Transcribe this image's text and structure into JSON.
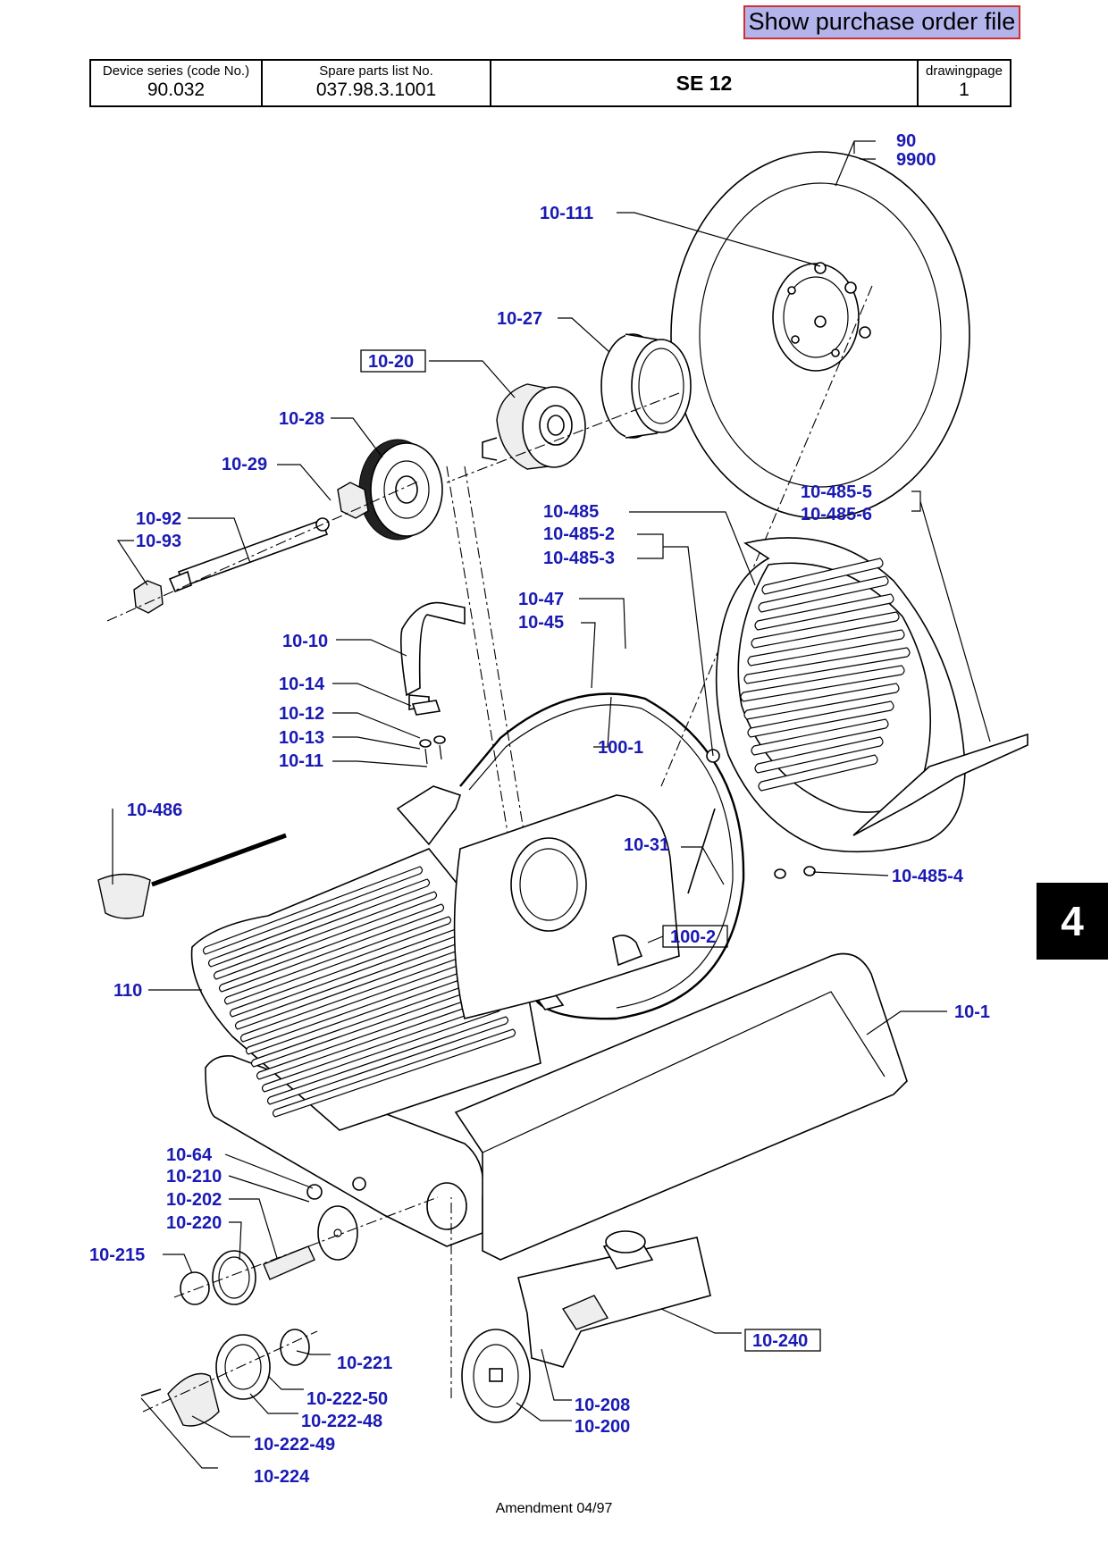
{
  "purchase_order_button": "Show purchase order file",
  "title_block": {
    "device_series_label": "Device series (code No.)",
    "device_series_value": "90.032",
    "spare_parts_label": "Spare parts list No.",
    "spare_parts_value": "037.98.3.1001",
    "model": "SE 12",
    "drawing_page_label": "drawingpage",
    "drawing_page_value": "1"
  },
  "callouts": {
    "c90": "90",
    "c9900": "9900",
    "c10_111": "10-111",
    "c10_27": "10-27",
    "c10_20": "10-20",
    "c10_28": "10-28",
    "c10_29": "10-29",
    "c10_92": "10-92",
    "c10_93": "10-93",
    "c10_485": "10-485",
    "c10_485_2": "10-485-2",
    "c10_485_3": "10-485-3",
    "c10_485_5": "10-485-5",
    "c10_485_6": "10-485-6",
    "c10_47": "10-47",
    "c10_45": "10-45",
    "c10_10": "10-10",
    "c10_14": "10-14",
    "c10_12": "10-12",
    "c10_13": "10-13",
    "c10_11": "10-11",
    "c100_1": "100-1",
    "c10_486": "10-486",
    "c10_31": "10-31",
    "c10_485_4": "10-485-4",
    "c100_2": "100-2",
    "c110": "110",
    "c10_1": "10-1",
    "c10_64": "10-64",
    "c10_210": "10-210",
    "c10_202": "10-202",
    "c10_220": "10-220",
    "c10_215": "10-215",
    "c10_240": "10-240",
    "c10_221": "10-221",
    "c10_222_50": "10-222-50",
    "c10_222_48": "10-222-48",
    "c10_222_49": "10-222-49",
    "c10_224": "10-224",
    "c10_208": "10-208",
    "c10_200": "10-200"
  },
  "page_tab": "4",
  "footer": "Amendment 04/97"
}
